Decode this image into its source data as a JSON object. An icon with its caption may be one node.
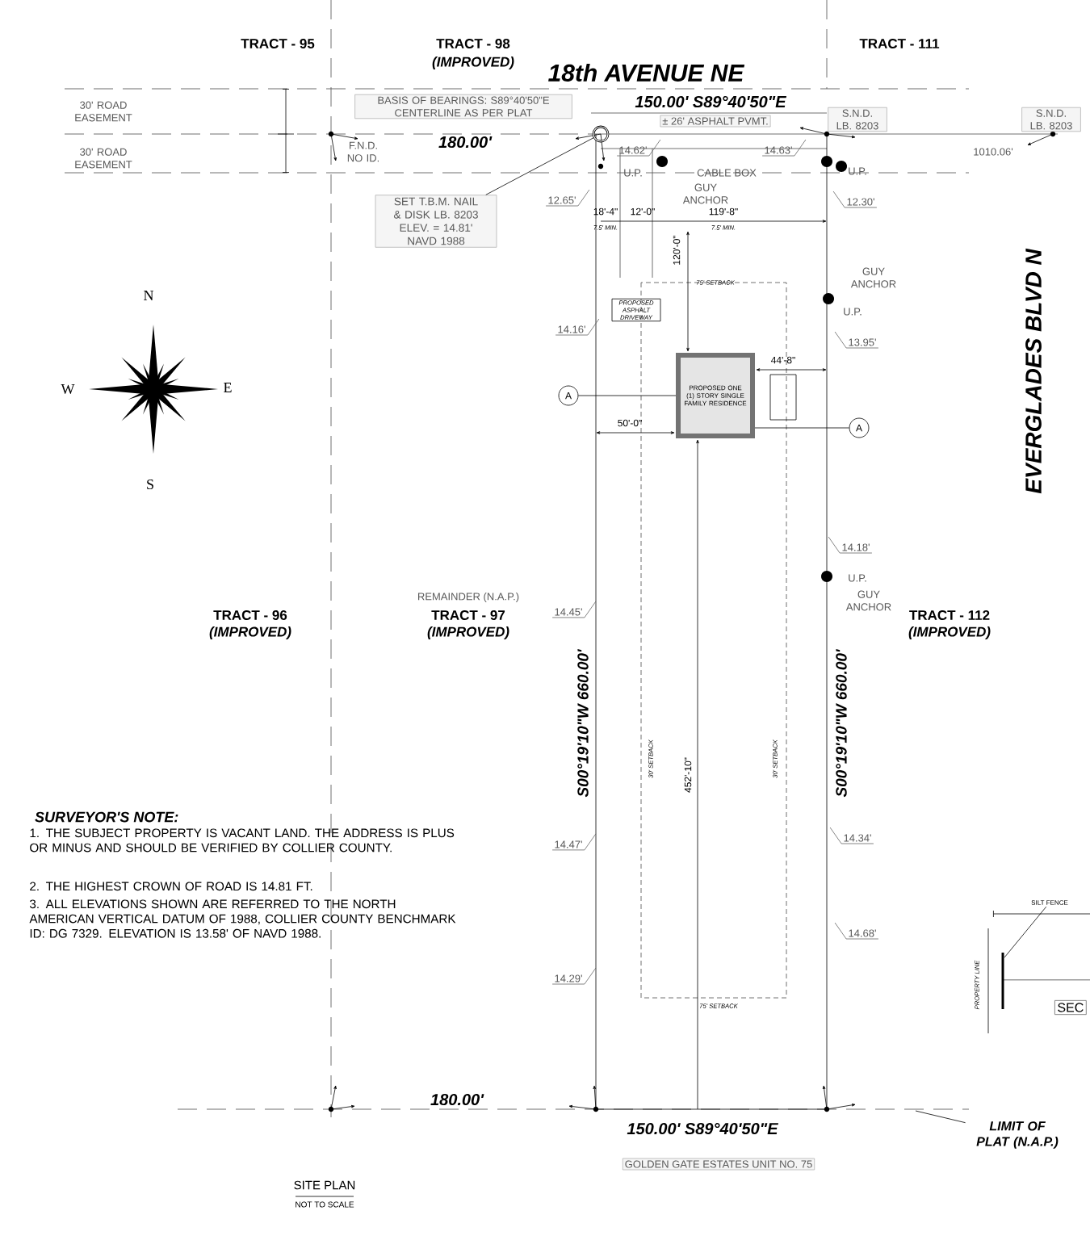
{
  "diagram": {
    "title": "SITE PLAN",
    "nodes": [
      {
        "text": [
          "SET T.B.M. NAIL & DISK LB. 8203",
          "ELEV. = 14.81' NAVD 1988"
        ]
      },
      {
        "text": [],
        "shape": "circle"
      },
      {
        "text": [
          "PROPOSED ONE (1) STORY SINGLE FAMILY RESIDENCE"
        ]
      },
      {
        "text": [],
        "shape": "box"
      },
      {
        "text": [
          "PROPOSED ASPHALT DRIVEWAY"
        ]
      },
      {
        "text": [
          "A"
        ]
      },
      {
        "text": [
          "A"
        ]
      },
      {
        "text": [
          "LIMIT OF PLAT (N.A.P.)"
        ]
      },
      {
        "text": [
          "SILT FENCE"
        ]
      }
    ],
    "edges": [
      {
        "from": 0,
        "to": 1,
        "arrow": "none"
      },
      {
        "from": 7,
        "to": null,
        "arrow": "none"
      },
      {
        "from": 8,
        "to": null,
        "arrow": "none"
      },
      {
        "from": 5,
        "to": 2,
        "arrow": "none"
      },
      {
        "from": 6,
        "to": 2,
        "arrow": "none"
      }
    ],
    "labels": [
      "TRACT - 95",
      "TRACT - 98",
      "(IMPROVED)",
      "TRACT - 111",
      "18th AVENUE NE",
      "30' ROAD EASEMENT",
      "BASIS OF BEARINGS: S89°40'50\"E CENTERLINE AS PER PLAT",
      "150.00'  S89°40'50\"E",
      "S.N.D. LB. 8203",
      "S.N.D. LB. 8203",
      "± 26' ASPHALT PVMT.",
      "180.00'",
      "30' ROAD EASEMENT",
      "F.N.D. NO ID.",
      "14.62'",
      "14.63'",
      "1010.06'",
      "U.P.",
      "CABLE BOX",
      "U.P.",
      "GUY ANCHOR",
      "12.65'",
      "12.30'",
      "18'-4\"",
      "12'-0\"",
      "119'-8\"",
      "7.5' MIN.",
      "7.5' MIN.",
      "120'-0\"",
      "75' SETBACK",
      "GUY ANCHOR",
      "U.P.",
      "14.16'",
      "13.95'",
      "44'-8\"",
      "EVERGLADES BLVD N",
      "N",
      "W",
      "E",
      "S",
      "50'-0\"",
      "14.18'",
      "U.P.",
      "GUY ANCHOR",
      "REMAINDER (N.A.P.)",
      "TRACT - 96",
      "(IMPROVED)",
      "TRACT - 97",
      "(IMPROVED)",
      "TRACT - 112",
      "(IMPROVED)",
      "14.45'",
      "S00°19'10\"W  660.00'",
      "S00°19'10\"W  660.00'",
      "30' SETBACK",
      "452'-10\"",
      "30' SETBACK",
      "SURVEYOR'S NOTE:",
      "1. THE SUBJECT PROPERTY IS VACANT LAND. THE ADDRESS IS PLUS OR MINUS AND SHOULD BE VERIFIED BY COLLIER COUNTY.",
      "2. THE HIGHEST CROWN OF ROAD IS 14.81 FT.",
      "3. ALL ELEVATIONS SHOWN ARE REFERRED TO THE NORTH AMERICAN VERTICAL DATUM OF 1988, COLLIER COUNTY BENCHMARK ID: DG 7329. ELEVATION IS 13.58' OF NAVD 1988.",
      "14.47'",
      "14.34'",
      "14.68'",
      "14.29'",
      "75' SETBACK",
      "PROPERTY LINE",
      "SEC",
      "180.00'",
      "150.00'  S89°40'50\"E",
      "GOLDEN GATE ESTATES UNIT NO. 75",
      "NOT TO SCALE"
    ]
  }
}
